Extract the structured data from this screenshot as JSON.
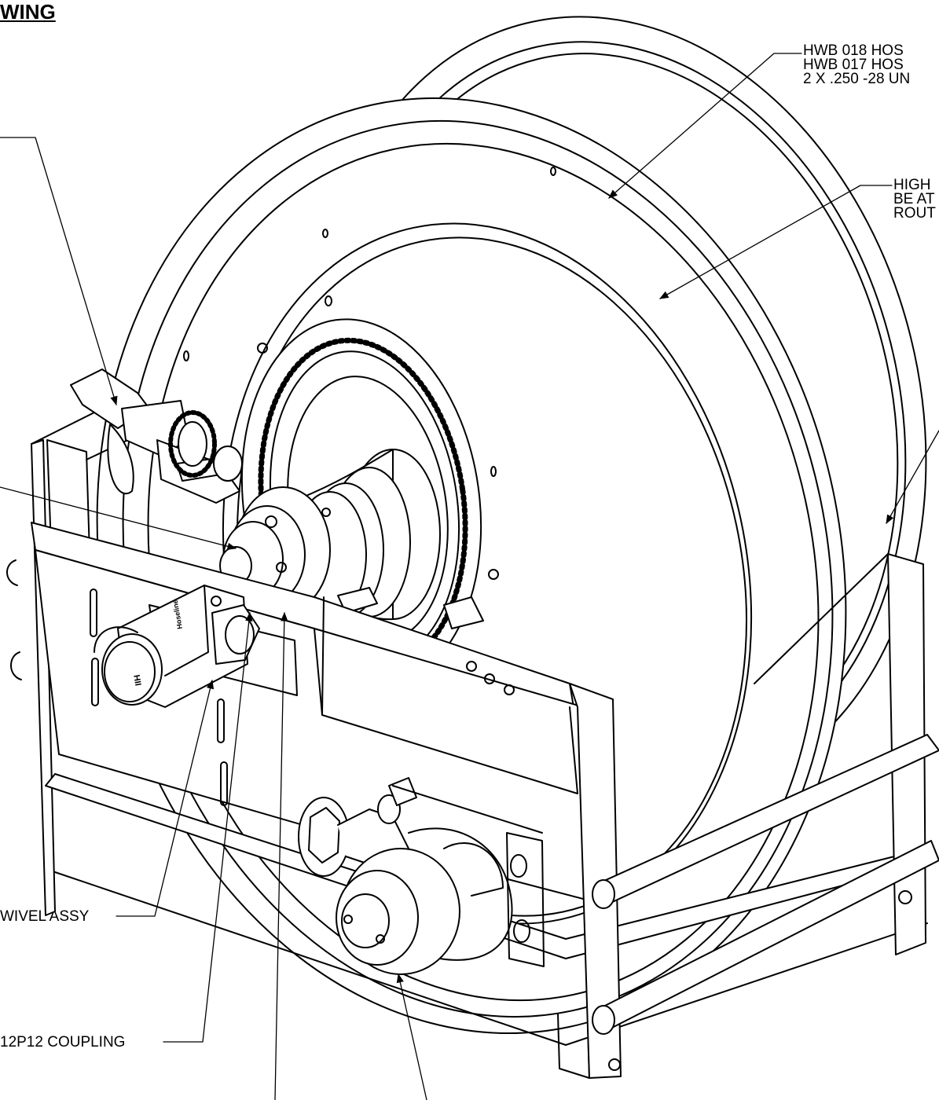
{
  "title": "WING",
  "callouts": {
    "hose_guide": [
      "HWB 018 HOS",
      "HWB 017 HOS",
      "2 X .250 -28 UN"
    ],
    "high": [
      "HIGH",
      "BE AT",
      "ROUT"
    ],
    "swivel": "WIVEL ASSY",
    "coupling": "12P12  COUPLING"
  },
  "stamps": {
    "swivel_body": "IIH",
    "swivel_cap": "Hoseline"
  }
}
